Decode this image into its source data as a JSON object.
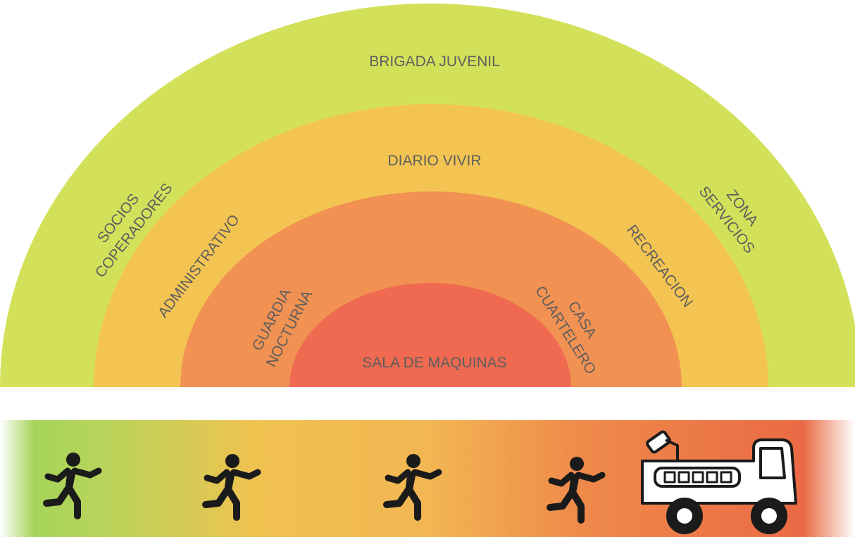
{
  "zones": {
    "outer": {
      "color": "#d3e15a",
      "title": "BRIGADA JUVENIL",
      "left_label": [
        "SOCIOS",
        "COPERADORES"
      ],
      "right_label": [
        "ZONA",
        "SERVICIOS"
      ]
    },
    "second": {
      "color": "#f3c452",
      "title": "DIARIO VIVIR",
      "left_label": "ADMINISTRATIVO",
      "right_label": "RECREACION"
    },
    "third": {
      "color": "#f29252",
      "left_label": [
        "GUARDIA",
        "NOCTURNA"
      ],
      "right_label": [
        "CASA",
        "CUARTELERO"
      ]
    },
    "core": {
      "color": "#ef6a50",
      "title": "SALA DE MAQUINAS"
    }
  },
  "strip": {
    "gradient": [
      "#a6d45a",
      "#f0c250",
      "#ef8a4a",
      "#ea6a45"
    ],
    "icons": [
      "running-person-icon",
      "running-person-icon",
      "running-person-icon",
      "running-person-icon",
      "fire-truck-icon"
    ]
  }
}
